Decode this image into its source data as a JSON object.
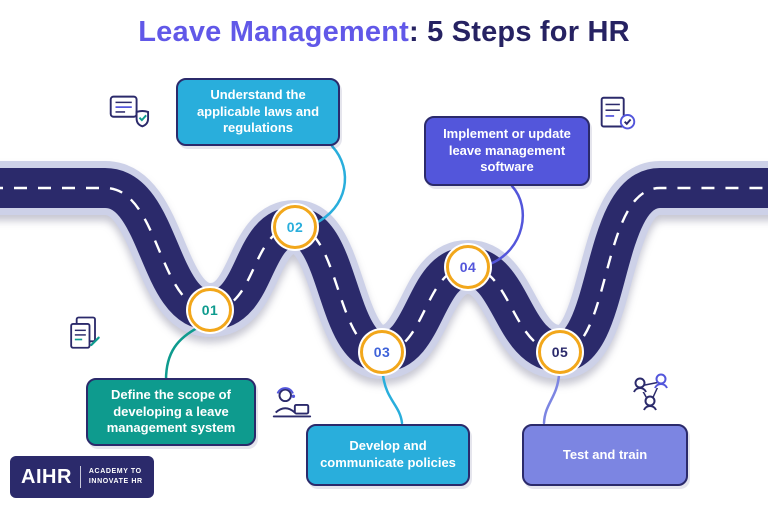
{
  "title": {
    "highlight": "Leave Management",
    "rest": ": 5 Steps for HR"
  },
  "steps": [
    {
      "num": "01",
      "label": "Define the scope of developing a leave management system",
      "box_color": "#0E9B8E",
      "num_color": "#0E9B8E",
      "icon": "documents-icon"
    },
    {
      "num": "02",
      "label": "Understand the applicable laws and regulations",
      "box_color": "#29AEDC",
      "num_color": "#29AEDC",
      "icon": "regulations-checklist-icon"
    },
    {
      "num": "03",
      "label": "Develop and communicate policies",
      "box_color": "#29AEDC",
      "num_color": "#3F63D9",
      "icon": "support-communication-icon"
    },
    {
      "num": "04",
      "label": "Implement or update leave management software",
      "box_color": "#5356DB",
      "num_color": "#5356DB",
      "icon": "software-checklist-icon"
    },
    {
      "num": "05",
      "label": "Test and train",
      "box_color": "#7C85E2",
      "num_color": "#2B2A6B",
      "icon": "people-network-icon"
    }
  ],
  "road": {
    "surface_color": "#2B2A6B",
    "edge_color": "#CDD1E8",
    "dash_color": "#FFFFFF",
    "circle_ring_color": "#F2A71B"
  },
  "logo": {
    "brand": "AIHR",
    "tagline_line1": "ACADEMY TO",
    "tagline_line2": "INNOVATE HR"
  }
}
